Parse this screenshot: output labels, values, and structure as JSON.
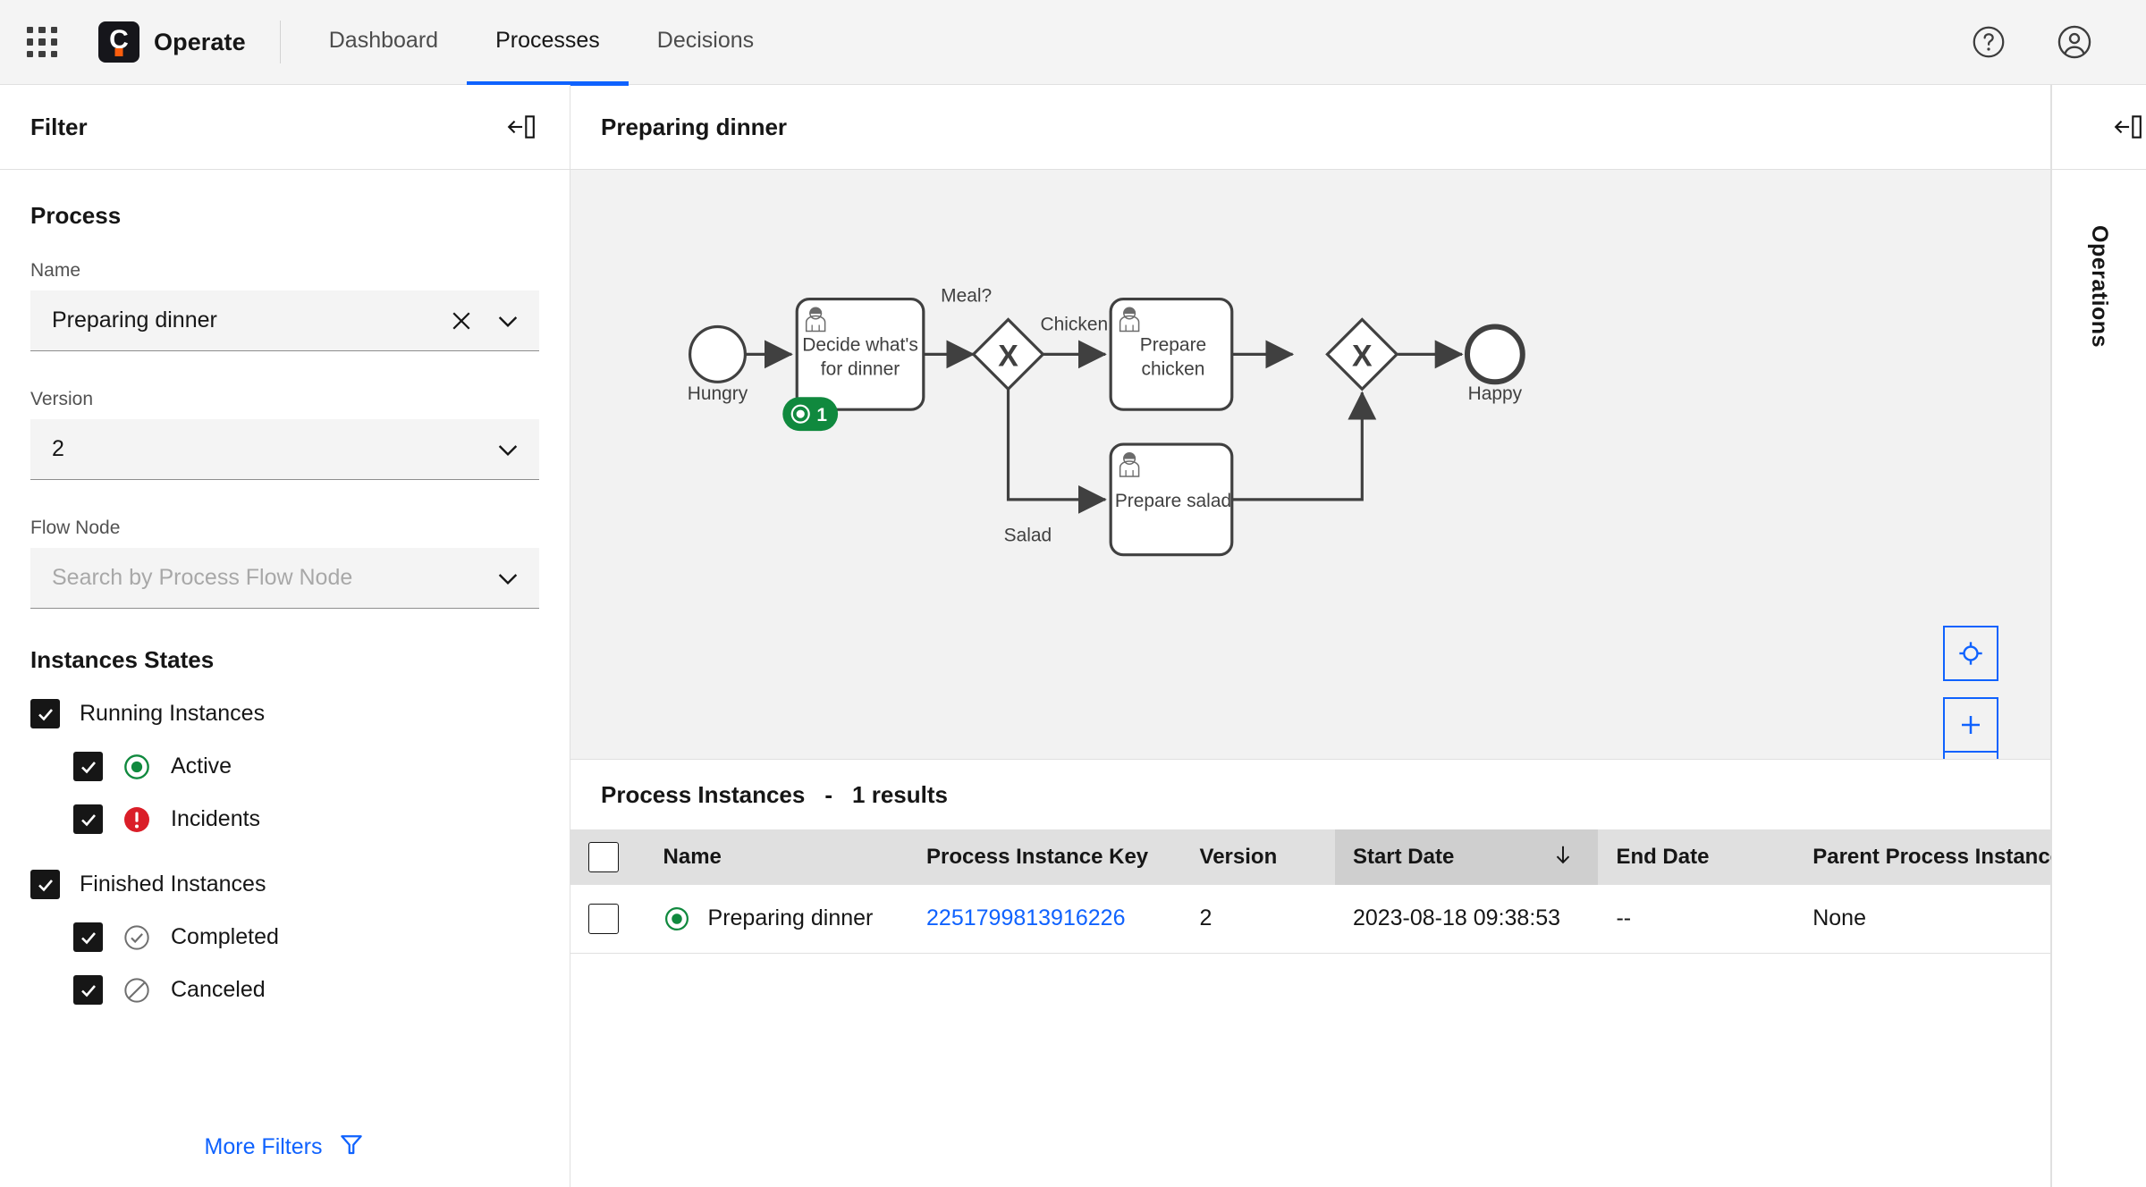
{
  "header": {
    "app_grid_icon": "app-switcher-icon",
    "brand_letter": "C",
    "brand_name": "Operate",
    "nav": [
      {
        "label": "Dashboard",
        "active": false
      },
      {
        "label": "Processes",
        "active": true
      },
      {
        "label": "Decisions",
        "active": false
      }
    ],
    "help_icon": "help-icon",
    "user_icon": "user-avatar-icon"
  },
  "filter_panel": {
    "title": "Filter",
    "collapse_icon": "panel-collapse-icon",
    "process_section_title": "Process",
    "name_label": "Name",
    "name_value": "Preparing dinner",
    "name_clear_icon": "close-icon",
    "name_chevron_icon": "chevron-down-icon",
    "version_label": "Version",
    "version_value": "2",
    "version_chevron_icon": "chevron-down-icon",
    "flow_node_label": "Flow Node",
    "flow_node_placeholder": "Search by Process Flow Node",
    "flow_node_value": "",
    "flow_node_chevron_icon": "chevron-down-icon",
    "states_title": "Instances States",
    "states": [
      {
        "label": "Running Instances",
        "checked": true,
        "indent": false,
        "icon": null
      },
      {
        "label": "Active",
        "checked": true,
        "indent": true,
        "icon": "active-state-icon"
      },
      {
        "label": "Incidents",
        "checked": true,
        "indent": true,
        "icon": "incident-state-icon"
      },
      {
        "label": "Finished Instances",
        "checked": true,
        "indent": false,
        "icon": null
      },
      {
        "label": "Completed",
        "checked": true,
        "indent": true,
        "icon": "completed-state-icon"
      },
      {
        "label": "Canceled",
        "checked": true,
        "indent": true,
        "icon": "canceled-state-icon"
      }
    ],
    "more_filters_label": "More Filters",
    "more_filters_icon": "filter-icon"
  },
  "diagram_panel": {
    "title": "Preparing dinner",
    "zoom_reset_icon": "center-target-icon",
    "zoom_in_label": "+",
    "zoom_out_label": "−",
    "bpmn": {
      "start_event_label": "Hungry",
      "end_event_label": "Happy",
      "task_1_label": "Decide what's for dinner",
      "task_1_line_1": "Decide what's",
      "task_1_line_2": "for dinner",
      "task_2_line_1": "Prepare",
      "task_2_line_2": "chicken",
      "task_3_label": "Prepare salad",
      "gateway_1_label": "Meal?",
      "gateway_symbol": "X",
      "flow_label_chicken": "Chicken",
      "flow_label_salad": "Salad",
      "instance_badge_count": "1",
      "instance_badge_color": "#10893E",
      "instance_badge_icon": "active-state-icon"
    }
  },
  "instances_table": {
    "heading": "Process Instances",
    "separator": "-",
    "results_text": "1 results",
    "select_all_checkbox": false,
    "columns": [
      {
        "label": "Name",
        "sorted": false
      },
      {
        "label": "Process Instance Key",
        "sorted": false
      },
      {
        "label": "Version",
        "sorted": false
      },
      {
        "label": "Start Date",
        "sorted": true,
        "sort_direction": "desc",
        "sort_icon": "arrow-down-icon"
      },
      {
        "label": "End Date",
        "sorted": false
      },
      {
        "label": "Parent Process Instance Key",
        "sorted": false
      }
    ],
    "rows": [
      {
        "checked": false,
        "state_icon": "active-state-icon",
        "name": "Preparing dinner",
        "process_instance_key": "2251799813916226",
        "version": "2",
        "start_date": "2023-08-18 09:38:53",
        "end_date": "--",
        "parent_process_instance_key": "None"
      }
    ]
  },
  "operations_panel": {
    "collapse_icon": "panel-collapse-icon",
    "label": "Operations"
  },
  "colors": {
    "accent_blue": "#0f62fe",
    "active_green": "#10893e",
    "incident_red": "#da1e28",
    "brand_orange": "#fc5d0d",
    "diagram_bg": "#f2f2f2"
  }
}
